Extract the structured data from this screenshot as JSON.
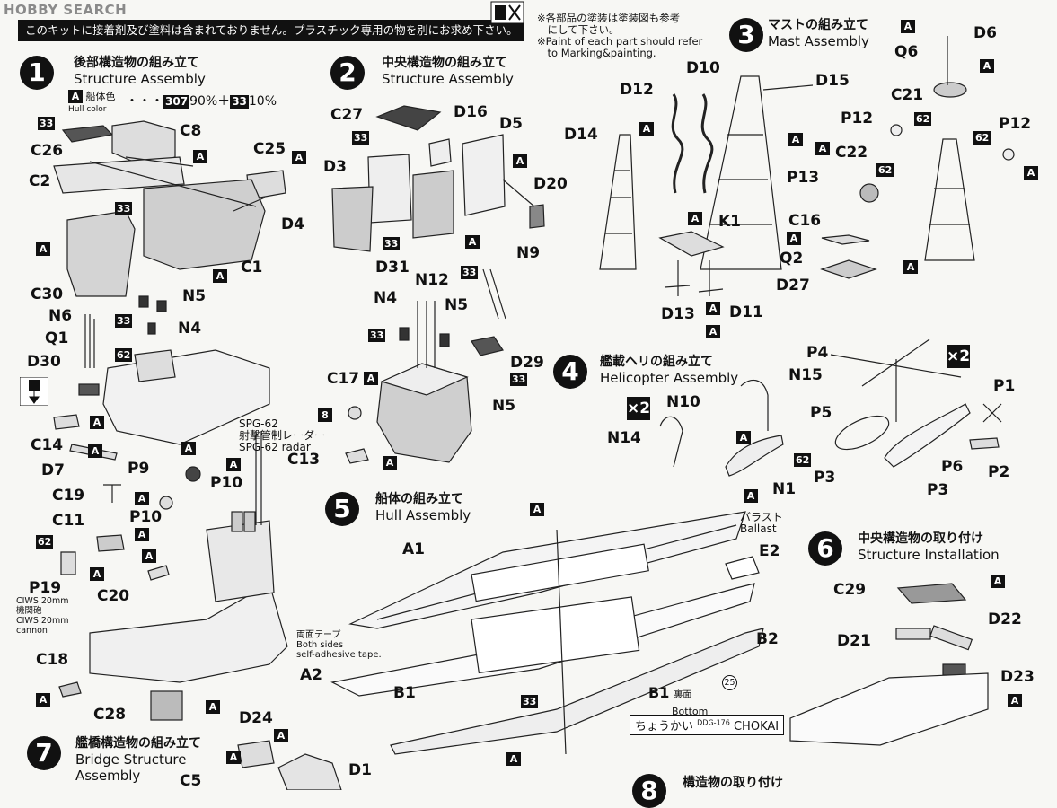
{
  "header": {
    "watermark": "HOBBY SEARCH",
    "notice": "このキットに接着剤及び塗料は含まれておりません。プラスチック専用の物を別にお求め下さい。"
  },
  "paint_note": {
    "jp_line1": "※各部品の塗装は塗装図も参考",
    "jp_line2": "　にして下さい。",
    "en_line1": "※Paint of each part should refer",
    "en_line2": "　to Marking&painting."
  },
  "hull_color": {
    "jp": "船体色",
    "en": "Hull color",
    "formula_a": "90%＋",
    "formula_b": "10%",
    "code_a": "307",
    "code_b": "33"
  },
  "steps": [
    {
      "num": "1",
      "jp": "後部構造物の組み立て",
      "en": "Structure Assembly"
    },
    {
      "num": "2",
      "jp": "中央構造物の組み立て",
      "en": "Structure Assembly"
    },
    {
      "num": "3",
      "jp": "マストの組み立て",
      "en": "Mast Assembly"
    },
    {
      "num": "4",
      "jp": "艦載ヘリの組み立て",
      "en": "Helicopter Assembly"
    },
    {
      "num": "5",
      "jp": "船体の組み立て",
      "en": "Hull Assembly"
    },
    {
      "num": "6",
      "jp": "中央構造物の取り付け",
      "en": "Structure Installation"
    },
    {
      "num": "7",
      "jp": "艦橋構造物の組み立て",
      "en": "Bridge Structure",
      "en2": "Assembly"
    },
    {
      "num": "8",
      "jp": "構造物の取り付け",
      "en": ""
    }
  ],
  "notes": {
    "spg_jp1": "SPG-62",
    "spg_jp2": "射撃管制レーダー",
    "spg_en": "SPG-62 radar",
    "ciws_jp": "CIWS 20mm",
    "ciws_jp2": "機関砲",
    "ciws_en1": "CIWS 20mm",
    "ciws_en2": "cannon",
    "ballast_jp": "バラスト",
    "ballast_en": "Ballast",
    "tape_jp": "両面テープ",
    "tape_en1": "Both sides",
    "tape_en2": "self-adhesive tape.",
    "b1_label": "B1",
    "b1_jp": "裏面",
    "b1_en": "Bottom",
    "nameplate_jp": "ちょうかい",
    "nameplate_ddg": "DDG-176",
    "nameplate_en": "CHOKAI",
    "decal_25": "25",
    "x2": "×2"
  },
  "parts": {
    "C8": "C8",
    "C26": "C26",
    "C2": "C2",
    "C25": "C25",
    "C1": "C1",
    "C30": "C30",
    "N5": "N5",
    "N6": "N6",
    "N4": "N4",
    "Q1": "Q1",
    "D30": "D30",
    "C14": "C14",
    "D7": "D7",
    "P9": "P9",
    "P10": "P10",
    "C19": "C19",
    "C11": "C11",
    "C20": "C20",
    "P19": "P19",
    "C18": "C18",
    "C28": "C28",
    "D24": "D24",
    "C5": "C5",
    "D1": "D1",
    "C27": "C27",
    "D16": "D16",
    "D5": "D5",
    "D3": "D3",
    "D20": "D20",
    "D4": "D4",
    "D31": "D31",
    "N9": "N9",
    "N12": "N12",
    "C17": "C17",
    "D29": "D29",
    "C13": "C13",
    "D12": "D12",
    "D10": "D10",
    "D15": "D15",
    "D14": "D14",
    "K1": "K1",
    "D13": "D13",
    "D11": "D11",
    "D6": "D6",
    "Q6": "Q6",
    "C21": "C21",
    "P12": "P12",
    "P13": "P13",
    "C22": "C22",
    "C16": "C16",
    "Q2": "Q2",
    "D27": "D27",
    "P4": "P4",
    "N15": "N15",
    "N10": "N10",
    "N14": "N14",
    "N1": "N1",
    "P1": "P1",
    "P5": "P5",
    "P6": "P6",
    "P2": "P2",
    "P3": "P3",
    "A1": "A1",
    "E2": "E2",
    "B2": "B2",
    "A2": "A2",
    "B1": "B1",
    "C29": "C29",
    "D22": "D22",
    "D21": "D21",
    "D23": "D23"
  },
  "markers": {
    "A": "A",
    "c33": "33",
    "c62": "62",
    "c8": "8"
  }
}
